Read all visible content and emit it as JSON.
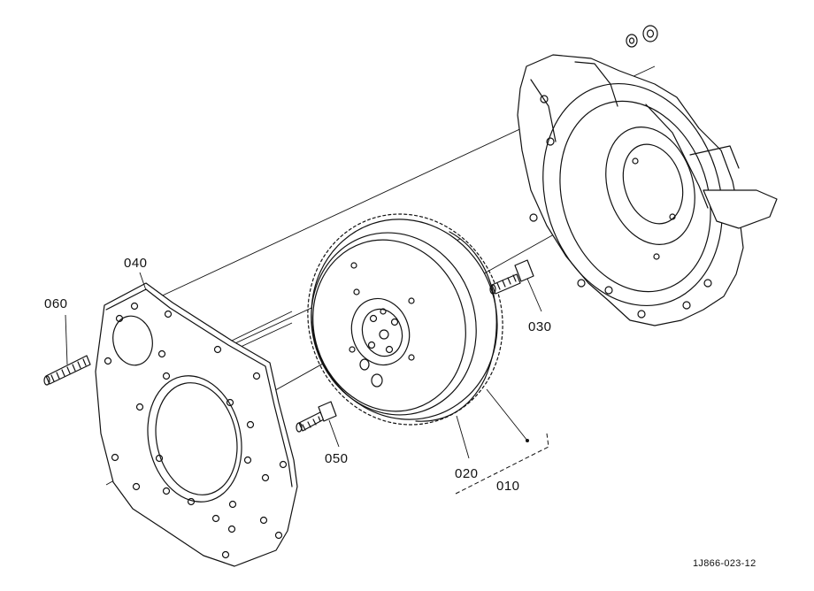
{
  "parts": [
    {
      "id": "p060",
      "label": "060"
    },
    {
      "id": "p040",
      "label": "040"
    },
    {
      "id": "p050",
      "label": "050"
    },
    {
      "id": "p020",
      "label": "020"
    },
    {
      "id": "p010",
      "label": "010"
    },
    {
      "id": "p030",
      "label": "030"
    }
  ],
  "drawing_code": "1J866-023-12"
}
